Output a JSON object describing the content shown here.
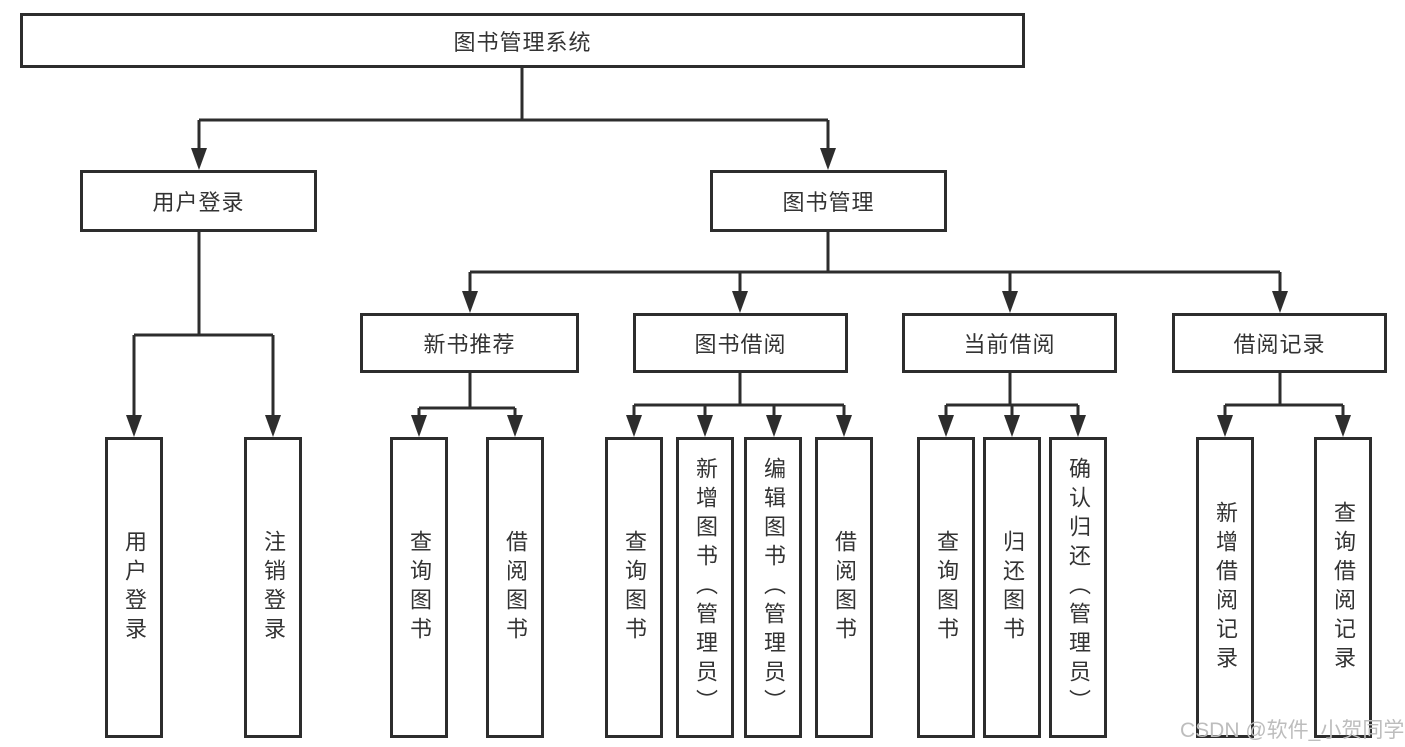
{
  "colors": {
    "line": "#2d2d2d",
    "text": "#333333",
    "background": "#ffffff",
    "watermark": "#bdbdbd"
  },
  "tree": {
    "label": "图书管理系统",
    "children": [
      {
        "label": "用户登录",
        "children": [
          {
            "label": "用户登录"
          },
          {
            "label": "注销登录"
          }
        ]
      },
      {
        "label": "图书管理",
        "children": [
          {
            "label": "新书推荐",
            "children": [
              {
                "label": "查询图书"
              },
              {
                "label": "借阅图书"
              }
            ]
          },
          {
            "label": "图书借阅",
            "children": [
              {
                "label": "查询图书"
              },
              {
                "label": "新增图书（管理员）"
              },
              {
                "label": "编辑图书（管理员）"
              },
              {
                "label": "借阅图书"
              }
            ]
          },
          {
            "label": "当前借阅",
            "children": [
              {
                "label": "查询图书"
              },
              {
                "label": "归还图书"
              },
              {
                "label": "确认归还（管理员）"
              }
            ]
          },
          {
            "label": "借阅记录",
            "children": [
              {
                "label": "新增借阅记录"
              },
              {
                "label": "查询借阅记录"
              }
            ]
          }
        ]
      }
    ]
  },
  "watermark": {
    "text": "CSDN @软件_小贺同学"
  }
}
